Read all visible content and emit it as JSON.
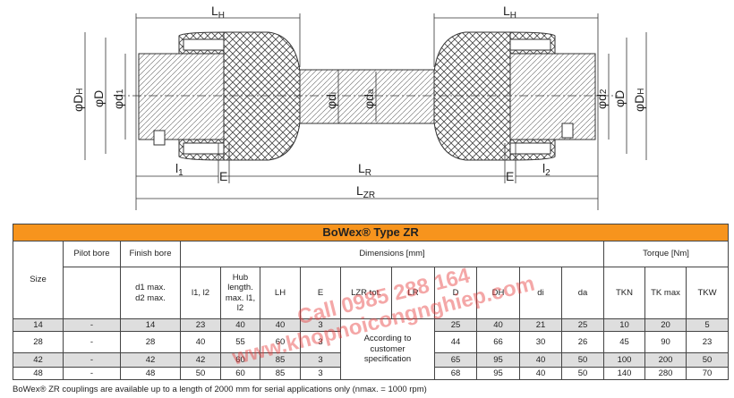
{
  "drawing": {
    "labels": {
      "lh_left": "L",
      "lh_right": "L",
      "lh_sub": "H",
      "dh_left": "φD",
      "dh_sub": "H",
      "d_left": "φD",
      "d1": "φd",
      "d1_sub": "1",
      "di": "φd",
      "di_sub": "i",
      "da": "φd",
      "da_sub": "a",
      "d2": "φd",
      "d2_sub": "2",
      "d_right": "φD",
      "dh_right": "φD",
      "l1": "l",
      "l1_sub": "1",
      "e_left": "E",
      "lr": "L",
      "lr_sub": "R",
      "e_right": "E",
      "l2": "l",
      "l2_sub": "2",
      "lzr": "L",
      "lzr_sub": "ZR"
    }
  },
  "table": {
    "title": "BoWex® Type ZR",
    "headers": {
      "size": "Size",
      "pilot_bore": "Pilot bore",
      "finish_bore": "Finish bore",
      "dimensions": "Dimensions [mm]",
      "torque": "Torque [Nm]",
      "d_max": "d1 max.",
      "d2_max": "d2 max.",
      "l1l2": "l1, l2",
      "hub_length": "Hub length. max. l1, l2",
      "lh": "LH",
      "e": "E",
      "lzr": "LZR tot.",
      "lr": "LR",
      "D": "D",
      "dh": "DH",
      "di": "di",
      "da": "da",
      "tkn": "TKN",
      "tkmax": "TK max",
      "tkw": "TKW"
    },
    "merged_note": "According to customer specification",
    "rows": [
      {
        "size": "14",
        "pilot": "-",
        "finish": "14",
        "l1": "23",
        "hub": "40",
        "lh": "40",
        "e": "3",
        "D": "25",
        "dh": "40",
        "di": "21",
        "da": "25",
        "tkn": "10",
        "tkmax": "20",
        "tkw": "5"
      },
      {
        "size": "28",
        "pilot": "-",
        "finish": "28",
        "l1": "40",
        "hub": "55",
        "lh": "60",
        "e": "3",
        "D": "44",
        "dh": "66",
        "di": "30",
        "da": "26",
        "tkn": "45",
        "tkmax": "90",
        "tkw": "23"
      },
      {
        "size": "42",
        "pilot": "-",
        "finish": "42",
        "l1": "42",
        "hub": "60",
        "lh": "85",
        "e": "3",
        "D": "65",
        "dh": "95",
        "di": "40",
        "da": "50",
        "tkn": "100",
        "tkmax": "200",
        "tkw": "50"
      },
      {
        "size": "48",
        "pilot": "-",
        "finish": "48",
        "l1": "50",
        "hub": "60",
        "lh": "85",
        "e": "3",
        "D": "68",
        "dh": "95",
        "di": "40",
        "da": "50",
        "tkn": "140",
        "tkmax": "280",
        "tkw": "70"
      }
    ],
    "footnote": "BoWex® ZR couplings are available up to a length of 2000 mm for serial applications only (nmax. = 1000 rpm)"
  },
  "watermark": {
    "phone": "Call 0985 288 164",
    "site": "www.khopnoicongnghiep.com"
  }
}
